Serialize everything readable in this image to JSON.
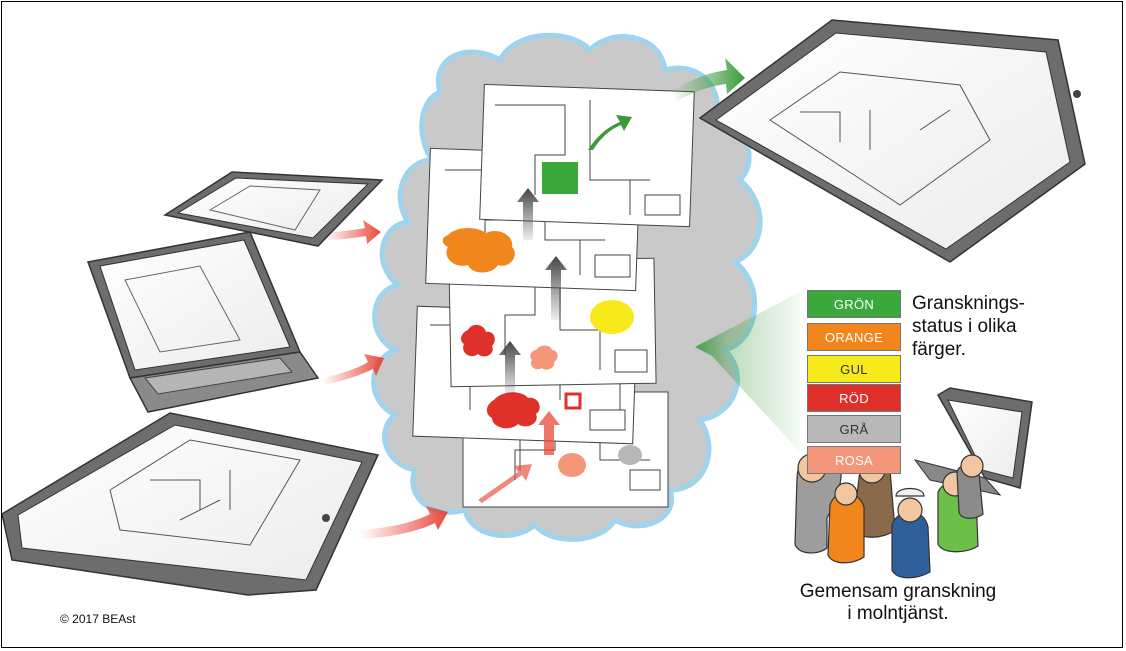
{
  "status_heading": {
    "line1": "Gransknings-",
    "line2": "status i olika",
    "line3": "färger."
  },
  "legend": [
    {
      "label": "GRÖN",
      "color": "#3aa83a",
      "text_color": "#ffffff"
    },
    {
      "label": "ORANGE",
      "color": "#f0861c",
      "text_color": "#ffffff"
    },
    {
      "label": "GUL",
      "color": "#f6ea1a",
      "text_color": "#333333"
    },
    {
      "label": "RÖD",
      "color": "#e0302a",
      "text_color": "#ffffff"
    },
    {
      "label": "GRÅ",
      "color": "#b8b8b8",
      "text_color": "#333333"
    },
    {
      "label": "ROSA",
      "color": "#f3967a",
      "text_color": "#ffffff"
    }
  ],
  "caption": {
    "line1": "Gemensam granskning",
    "line2": "i molntjänst."
  },
  "copyright": "© 2017 BEAst",
  "colors": {
    "cloud_fill": "#c9c9c9",
    "cloud_outline": "#9fd3ee",
    "arrow_red": "#e8483a",
    "arrow_green": "#3a9a3a",
    "device_frame": "#6d6d6d"
  }
}
